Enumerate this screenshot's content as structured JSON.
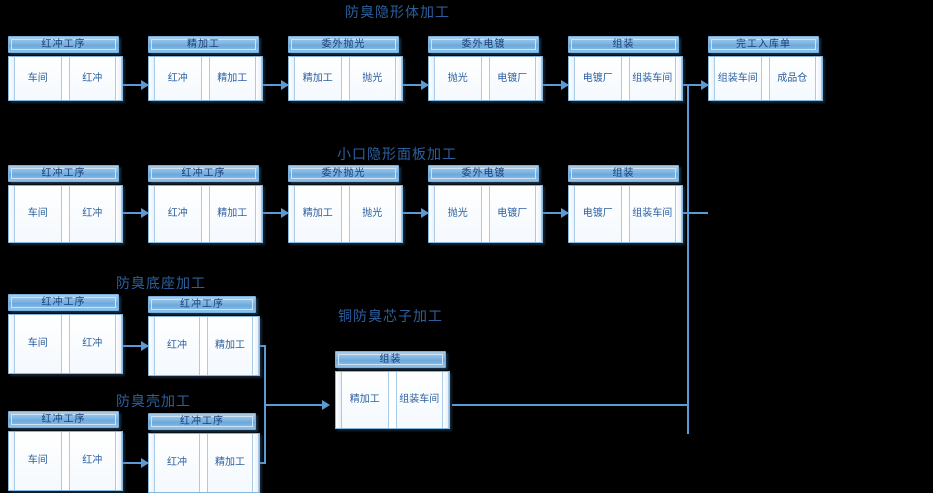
{
  "diagram": {
    "title_color": "#2c5f9e",
    "accent_color": "#5b9bd5",
    "header_color": "#7cb3e0"
  },
  "groups": [
    {
      "id": "g1",
      "label": "防臭隐形体加工"
    },
    {
      "id": "g2",
      "label": "小口隐形面板加工"
    },
    {
      "id": "g3",
      "label": "防臭底座加工"
    },
    {
      "id": "g4",
      "label": "铜防臭芯子加工"
    },
    {
      "id": "g5",
      "label": "防臭壳加工"
    }
  ],
  "rows": {
    "row1": {
      "nodes": [
        {
          "header": "红冲工序",
          "left": "车间",
          "right": "红冲"
        },
        {
          "header": "精加工",
          "left": "红冲",
          "right": "精加工"
        },
        {
          "header": "委外抛光",
          "left": "精加工",
          "right": "抛光"
        },
        {
          "header": "委外电镀",
          "left": "抛光",
          "right": "电镀厂"
        },
        {
          "header": "组装",
          "left": "电镀厂",
          "right": "组装车间"
        },
        {
          "header": "完工入库单",
          "left": "组装车间",
          "right": "成品仓"
        }
      ]
    },
    "row2": {
      "nodes": [
        {
          "header": "红冲工序",
          "left": "车间",
          "right": "红冲"
        },
        {
          "header": "红冲工序",
          "left": "红冲",
          "right": "精加工"
        },
        {
          "header": "委外抛光",
          "left": "精加工",
          "right": "抛光"
        },
        {
          "header": "委外电镀",
          "left": "抛光",
          "right": "电镀厂"
        },
        {
          "header": "组装",
          "left": "电镀厂",
          "right": "组装车间"
        }
      ]
    },
    "row3": {
      "nodes": [
        {
          "header": "红冲工序",
          "left": "车间",
          "right": "红冲"
        },
        {
          "header": "红冲工序",
          "left": "红冲",
          "right": "精加工"
        }
      ]
    },
    "row4": {
      "nodes": [
        {
          "header": "红冲工序",
          "left": "车间",
          "right": "红冲"
        },
        {
          "header": "红冲工序",
          "left": "红冲",
          "right": "精加工"
        }
      ]
    },
    "row5": {
      "nodes": [
        {
          "header": "组装",
          "left": "精加工",
          "right": "组装车间"
        }
      ]
    }
  }
}
